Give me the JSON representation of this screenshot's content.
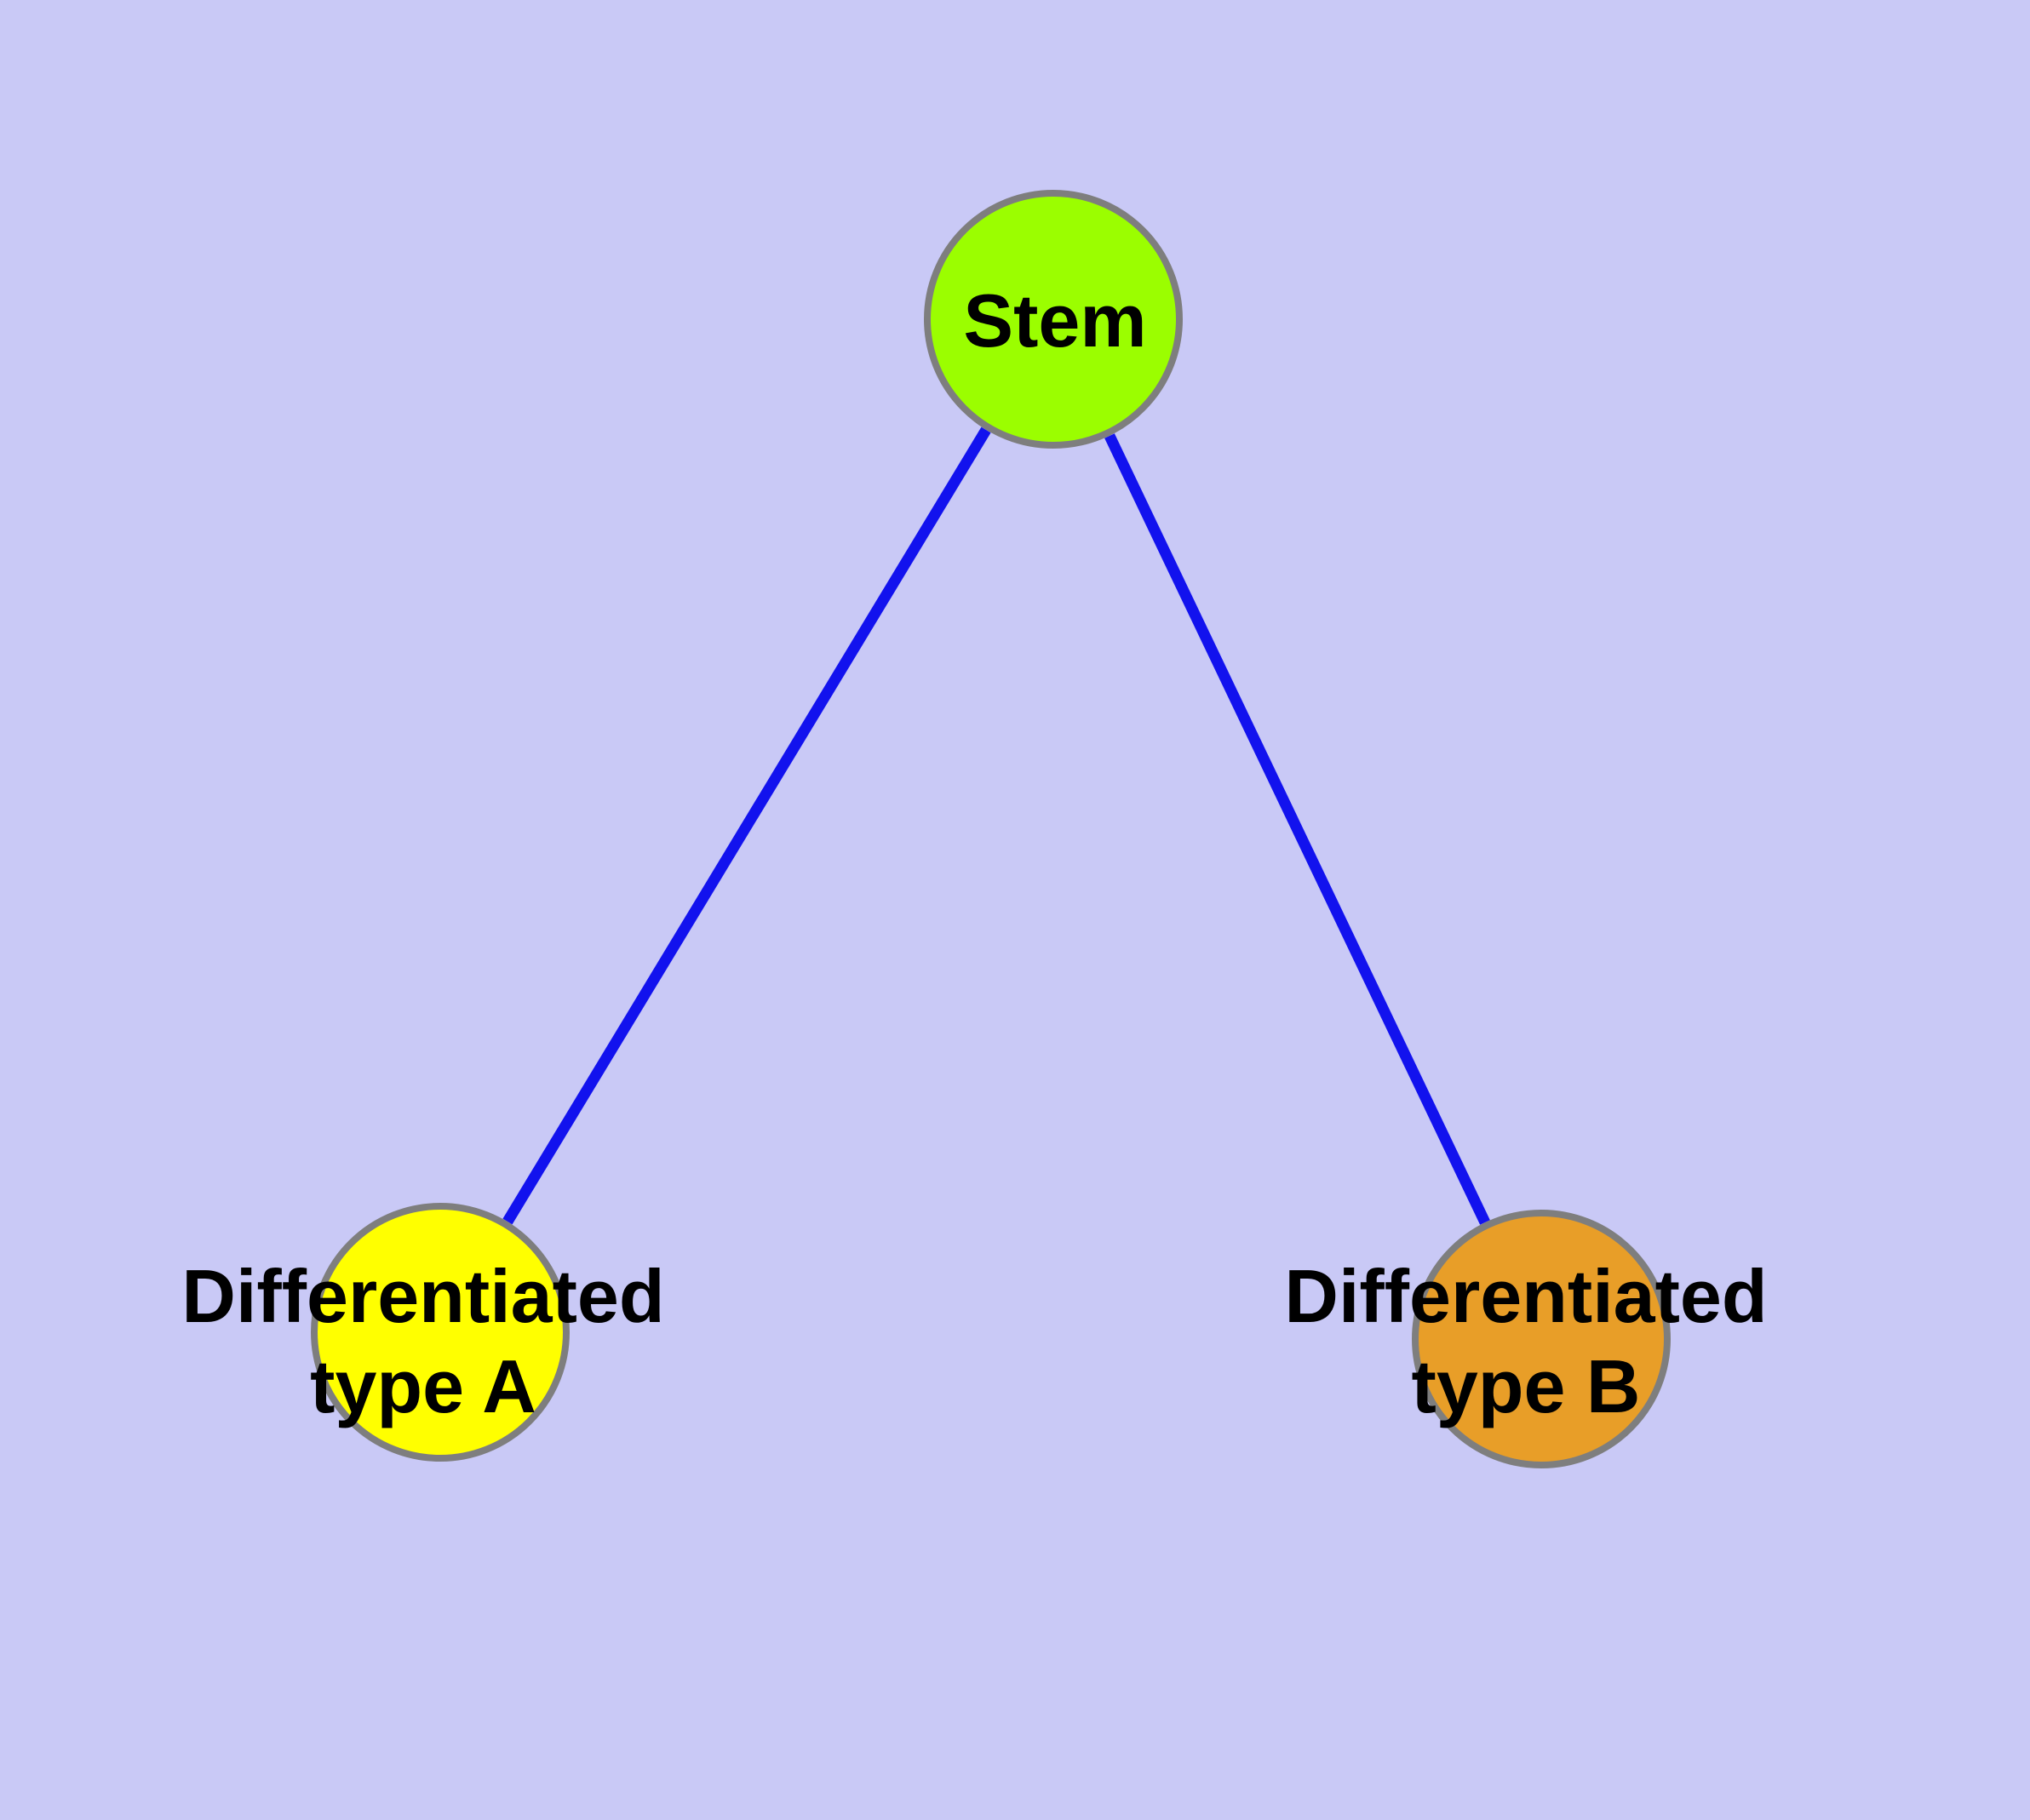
{
  "diagram": {
    "background_color": "#c9c9f6",
    "edge_color": "#1212ee",
    "node_border_color": "#7e7e7e",
    "label_color": "#000000",
    "nodes": [
      {
        "id": "stem",
        "label": "Stem",
        "fill_color": "#9bfe00"
      },
      {
        "id": "differentiated-type-a",
        "label": "Differentiated\ntype A",
        "fill_color": "#ffff00"
      },
      {
        "id": "differentiated-type-b",
        "label": "Differentiated\ntype B",
        "fill_color": "#e89e28"
      }
    ],
    "edges": [
      {
        "from": "stem",
        "to": "differentiated-type-a"
      },
      {
        "from": "stem",
        "to": "differentiated-type-b"
      }
    ]
  }
}
